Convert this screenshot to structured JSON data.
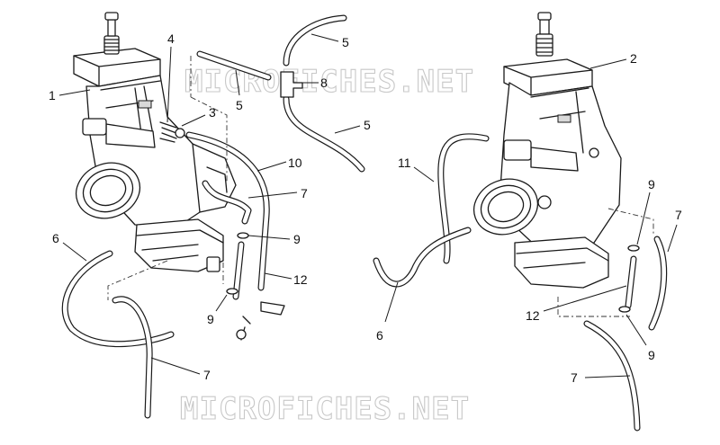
{
  "watermarks": [
    "MICROFICHES.NET",
    "MICROFICHES.NET"
  ],
  "callouts": [
    {
      "id": "c1",
      "text": "1"
    },
    {
      "id": "c2",
      "text": "2"
    },
    {
      "id": "c3",
      "text": "3"
    },
    {
      "id": "c4",
      "text": "4"
    },
    {
      "id": "c5a",
      "text": "5"
    },
    {
      "id": "c5b",
      "text": "5"
    },
    {
      "id": "c5c",
      "text": "5"
    },
    {
      "id": "c6a",
      "text": "6"
    },
    {
      "id": "c6b",
      "text": "6"
    },
    {
      "id": "c7a",
      "text": "7"
    },
    {
      "id": "c7b",
      "text": "7"
    },
    {
      "id": "c7c",
      "text": "7"
    },
    {
      "id": "c7d",
      "text": "7"
    },
    {
      "id": "c8",
      "text": "8"
    },
    {
      "id": "c9a",
      "text": "9"
    },
    {
      "id": "c9b",
      "text": "9"
    },
    {
      "id": "c9c",
      "text": "9"
    },
    {
      "id": "c9d",
      "text": "9"
    },
    {
      "id": "c10",
      "text": "10"
    },
    {
      "id": "c11",
      "text": "11"
    },
    {
      "id": "c12a",
      "text": "12"
    },
    {
      "id": "c12b",
      "text": "12"
    }
  ]
}
